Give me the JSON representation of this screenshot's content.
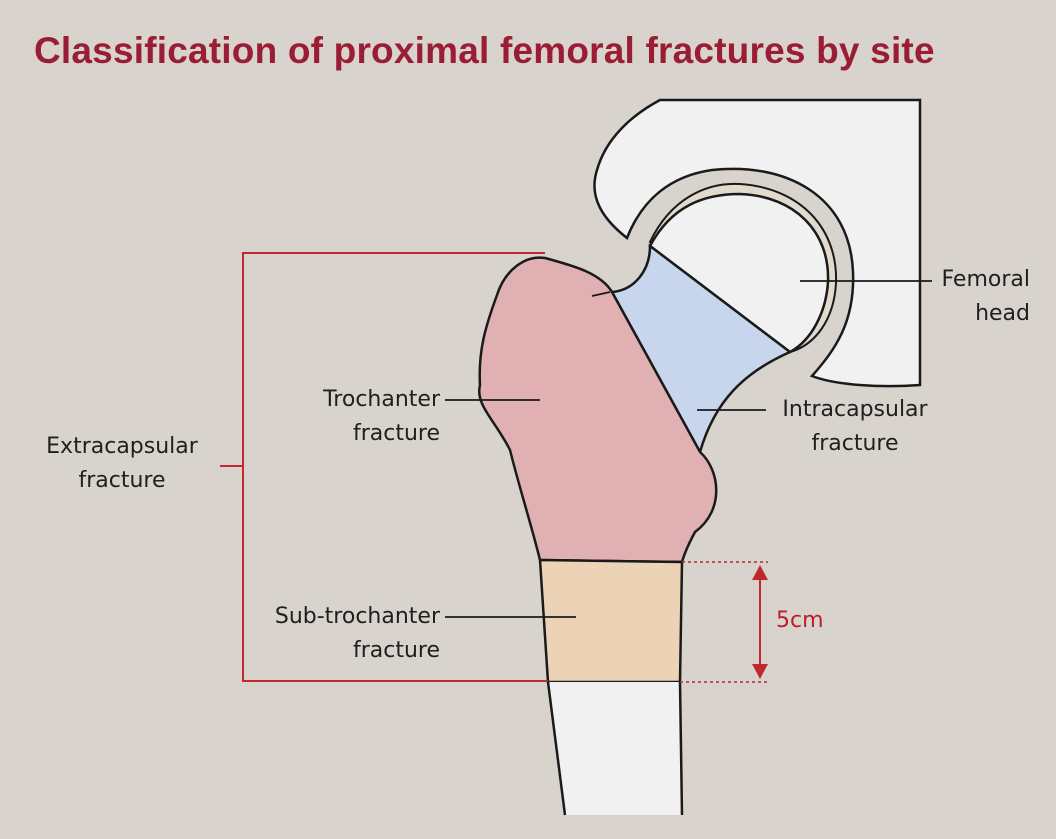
{
  "title": "Classification of proximal femoral fractures by site",
  "labels": {
    "femoral_head": [
      "Femoral",
      "head"
    ],
    "intracapsular": [
      "Intracapsular",
      "fracture"
    ],
    "trochanter": [
      "Trochanter",
      "fracture"
    ],
    "extracapsular": [
      "Extracapsular",
      "fracture"
    ],
    "subtrochanter": [
      "Sub-trochanter",
      "fracture"
    ],
    "distance": "5cm"
  },
  "colors": {
    "background": "#d8d3cc",
    "title": "#9b1c35",
    "bracket": "#c0282e",
    "trochanter_region": "#e0b0b2",
    "intracapsular_region": "#c7d6ec",
    "subtrochanter_region": "#ecd3b6",
    "bone": "#f1f1f1"
  }
}
